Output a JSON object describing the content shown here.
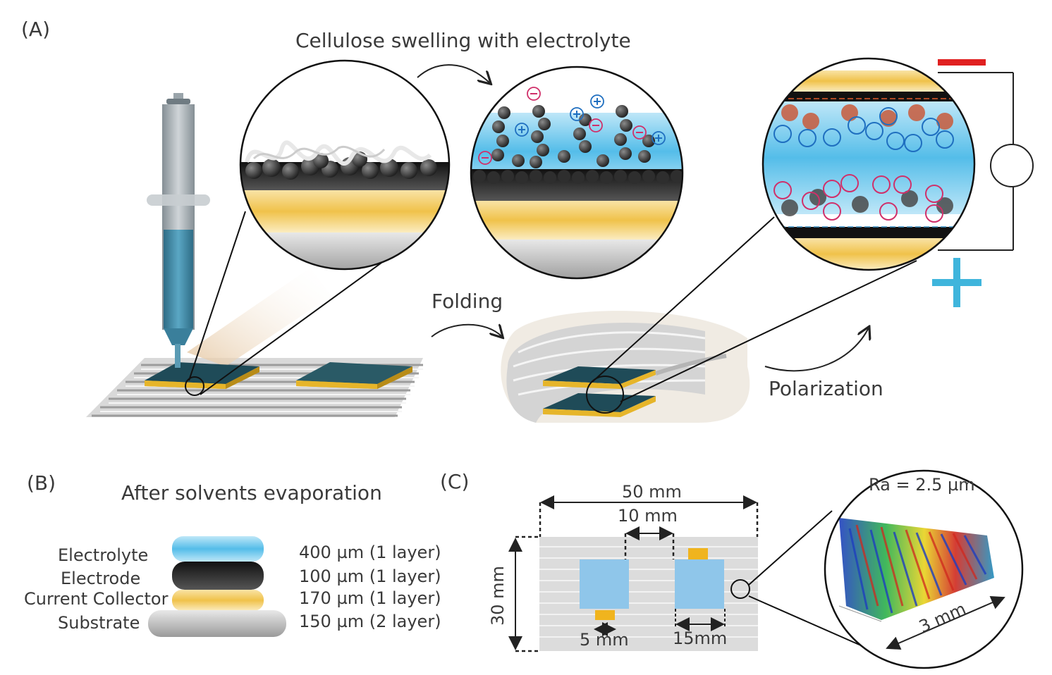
{
  "panels": {
    "a": {
      "label": "(A)",
      "swelling_caption": "Cellulose swelling with electrolyte",
      "folding_caption": "Folding",
      "polarization_caption": "Polarization",
      "minus_sign": "−",
      "plus_sign": "+"
    },
    "b": {
      "label": "(B)",
      "title": "After solvents evaporation",
      "layers": [
        {
          "name": "Electrolyte",
          "thickness": "400 µm (1 layer)",
          "color": "#6cc3e6"
        },
        {
          "name": "Electrode",
          "thickness": "100 µm (1 layer)",
          "color": "#3a3a3a"
        },
        {
          "name": "Current Collector",
          "thickness": "170 µm (1 layer)",
          "color": "#f2c14e"
        },
        {
          "name": "Substrate",
          "thickness": "150 µm (2 layer)",
          "color": "#bdbdbd"
        }
      ]
    },
    "c": {
      "label": "(C)",
      "dim_total_width": "50 mm",
      "dim_gap": "10 mm",
      "dim_height": "30 mm",
      "dim_tab": "5 mm",
      "dim_electrode": "15mm",
      "roughness": "Ra = 2.5 µm",
      "scan_length": "3 mm"
    }
  },
  "colors": {
    "electrolyte_blue": "#4fb3e3",
    "gold": "#f0b41e",
    "anion_red": "#d0306a",
    "cation_blue": "#1f6fc0",
    "minus_red": "#e02020",
    "plus_blue": "#3fb5dc"
  }
}
